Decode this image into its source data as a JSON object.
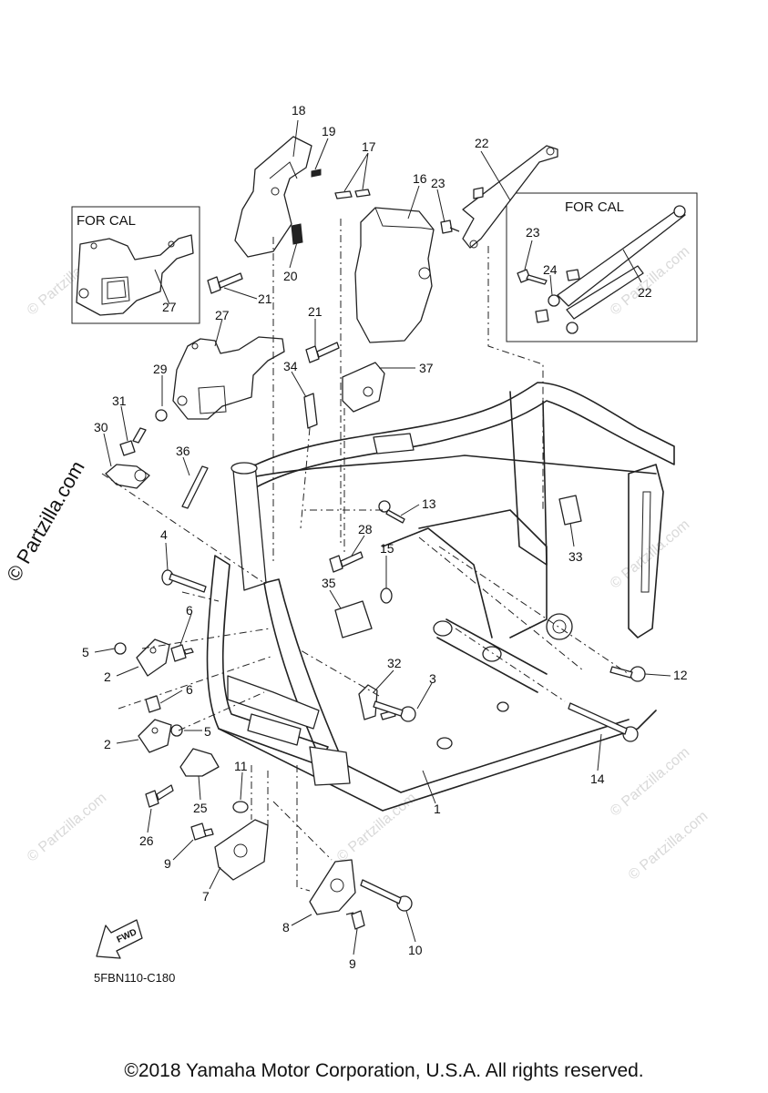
{
  "diagram": {
    "code": "5FBN110-C180",
    "copyright": "©2018 Yamaha Motor Corporation, U.S.A. All rights reserved.",
    "fwd_label": "FWD",
    "cal_box_labels": [
      "FOR CAL",
      "FOR CAL"
    ]
  },
  "watermark": {
    "main": "© Partzilla.com",
    "faint": "© Partzilla.com"
  },
  "callouts": [
    "18",
    "19",
    "17",
    "16",
    "23",
    "22",
    "22",
    "23",
    "24",
    "20",
    "21",
    "21",
    "27",
    "27",
    "29",
    "34",
    "37",
    "31",
    "30",
    "36",
    "13",
    "28",
    "15",
    "33",
    "4",
    "35",
    "6",
    "5",
    "2",
    "6",
    "32",
    "3",
    "12",
    "2",
    "5",
    "11",
    "14",
    "25",
    "26",
    "1",
    "9",
    "7",
    "8",
    "9",
    "10"
  ]
}
